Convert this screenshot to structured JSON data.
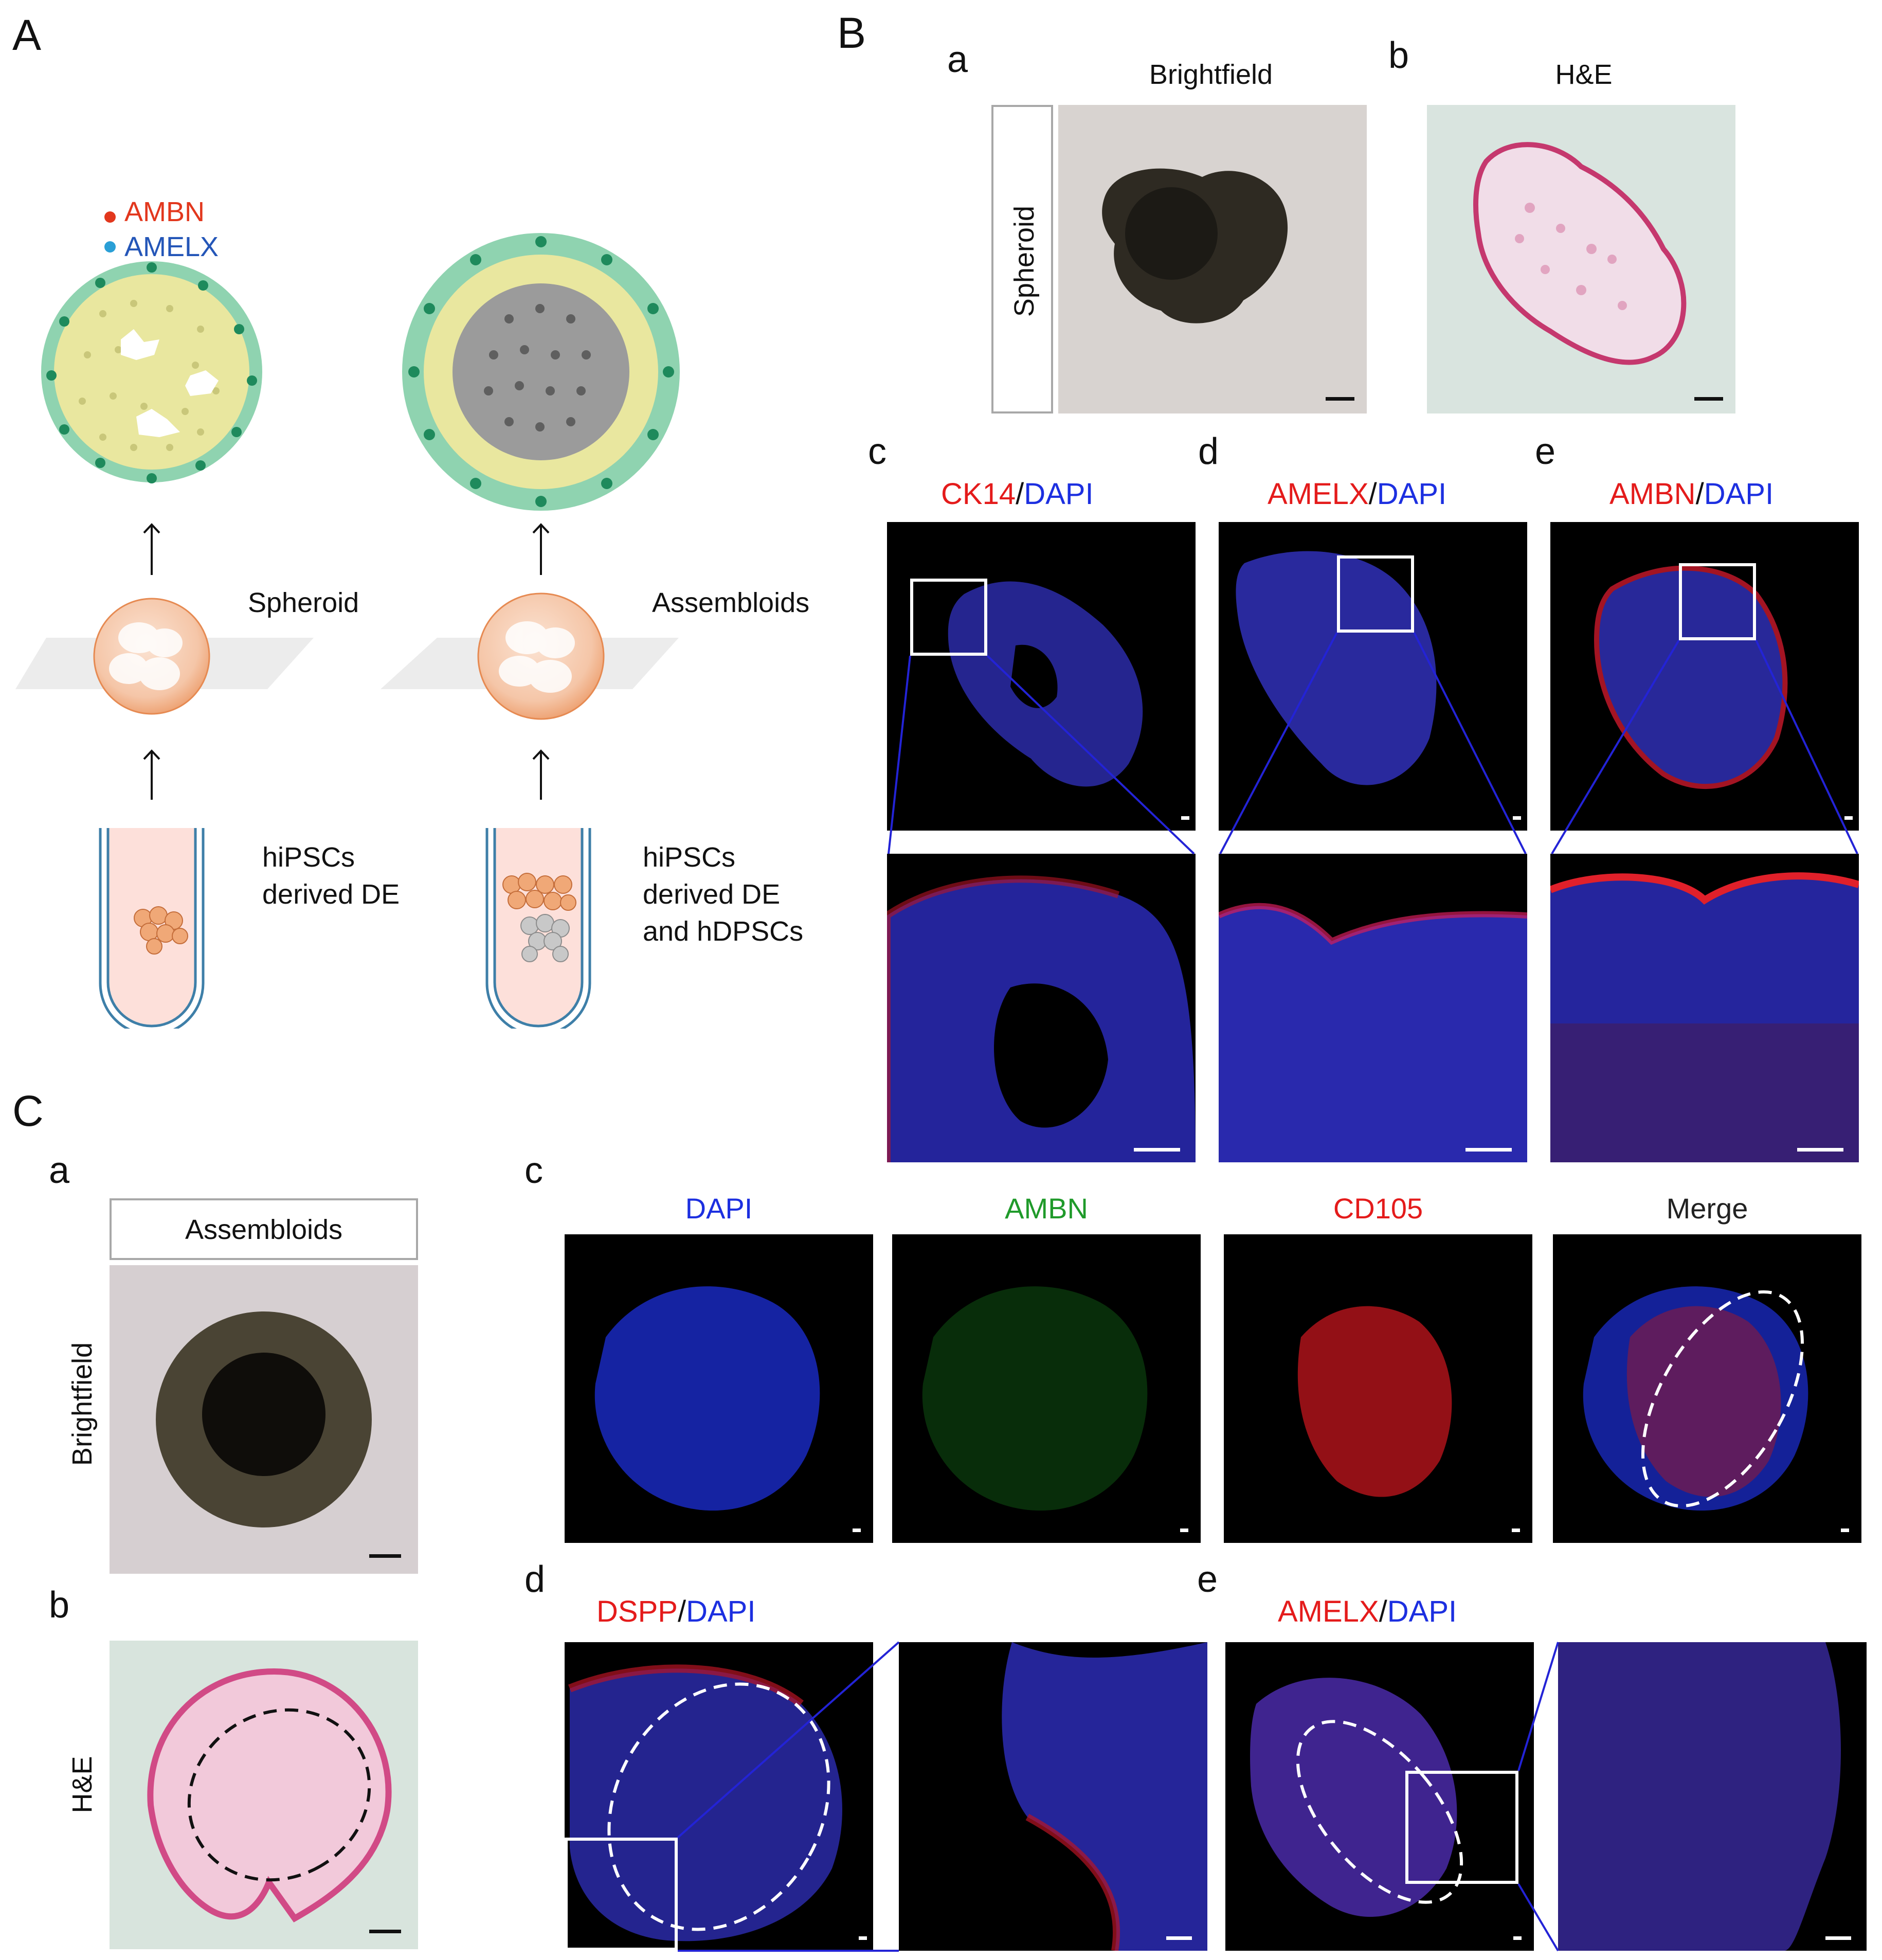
{
  "panels": {
    "A": "A",
    "B": "B",
    "C": "C"
  },
  "panelA": {
    "legend": {
      "ambn": "AMBN",
      "amelx": "AMELX"
    },
    "left": {
      "title": "Spheroid",
      "cells_line1": "hiPSCs",
      "cells_line2": "derived DE"
    },
    "right": {
      "title": "Assembloids",
      "cells_line1": "hiPSCs",
      "cells_line2": "derived DE",
      "cells_line3": "and hDPSCs"
    },
    "colors": {
      "ambn": "#e2371d",
      "amelx": "#2a9fd6",
      "epithelium": "#8fd3b0",
      "core": "#e9e79f",
      "mesenchyme": "#9b9b9b",
      "cell": "#f2a77a"
    }
  },
  "panelB": {
    "a": "a",
    "b": "b",
    "c": "c",
    "d": "d",
    "e": "e",
    "header_a": "Brightfield",
    "header_b": "H&E",
    "row_label": "Spheroid",
    "stain_c": {
      "marker": "CK14",
      "sep": "/",
      "dapi": "DAPI"
    },
    "stain_d": {
      "marker": "AMELX",
      "sep": "/",
      "dapi": "DAPI"
    },
    "stain_e": {
      "marker": "AMBN",
      "sep": "/",
      "dapi": "DAPI"
    }
  },
  "panelC": {
    "a": "a",
    "b": "b",
    "c": "c",
    "d": "d",
    "e": "e",
    "header_a": "Assembloids",
    "row_bf": "Brightfield",
    "row_he": "H&E",
    "channels": [
      {
        "label": "DAPI",
        "color": "#1c2fe0"
      },
      {
        "label": "AMBN",
        "color": "#1f9a2a"
      },
      {
        "label": "CD105",
        "color": "#e41b1b"
      },
      {
        "label": "Merge",
        "color": "#222222"
      }
    ],
    "stain_d": {
      "marker": "DSPP",
      "sep": "/",
      "dapi": "DAPI"
    },
    "stain_e": {
      "marker": "AMELX",
      "sep": "/",
      "dapi": "DAPI"
    }
  }
}
